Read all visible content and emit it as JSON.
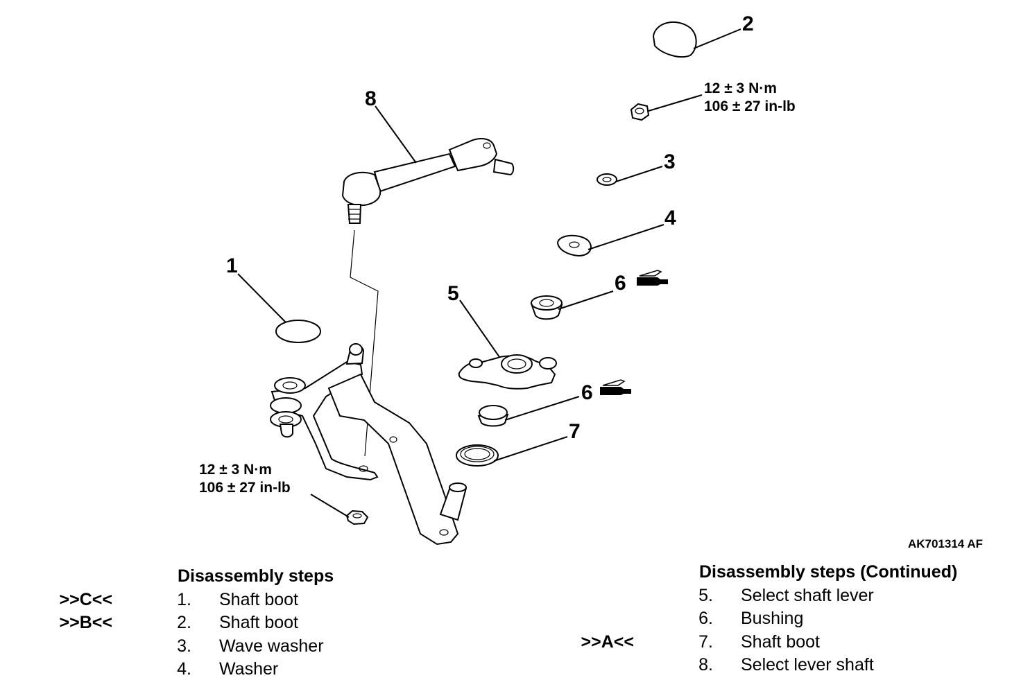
{
  "callouts": {
    "c1": "1",
    "c2": "2",
    "c3": "3",
    "c4": "4",
    "c5": "5",
    "c6a": "6",
    "c6b": "6",
    "c7": "7",
    "c8": "8"
  },
  "torque_upper": {
    "metric": "12 ± 3 N·m",
    "imperial": "106 ± 27 in-lb"
  },
  "torque_lower": {
    "metric": "12 ± 3 N·m",
    "imperial": "106 ± 27 in-lb"
  },
  "figure_code": "AK701314 AF",
  "steps_left": {
    "heading": "Disassembly steps",
    "items": [
      {
        "mark": ">>C<<",
        "num": "1.",
        "name": "Shaft boot"
      },
      {
        "mark": ">>B<<",
        "num": "2.",
        "name": "Shaft boot"
      },
      {
        "mark": "",
        "num": "3.",
        "name": "Wave washer"
      },
      {
        "mark": "",
        "num": "4.",
        "name": "Washer"
      }
    ]
  },
  "steps_right": {
    "heading": "Disassembly steps (Continued)",
    "items": [
      {
        "mark": "",
        "num": "5.",
        "name": "Select shaft lever"
      },
      {
        "mark": "",
        "num": "6.",
        "name": "Bushing"
      },
      {
        "mark": ">>A<<",
        "num": "7.",
        "name": "Shaft boot"
      },
      {
        "mark": "",
        "num": "8.",
        "name": "Select lever shaft"
      }
    ]
  }
}
